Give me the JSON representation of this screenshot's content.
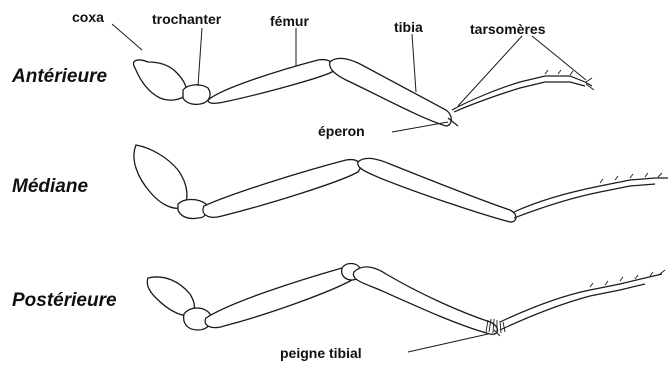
{
  "labels": {
    "coxa": "coxa",
    "trochanter": "trochanter",
    "femur": "fémur",
    "tibia": "tibia",
    "tarsomeres": "tarsomères",
    "eperon": "éperon",
    "peigne_tibial": "peigne tibial"
  },
  "rows": {
    "anterior": "Antérieure",
    "median": "Médiane",
    "posterior": "Postérieure"
  }
}
